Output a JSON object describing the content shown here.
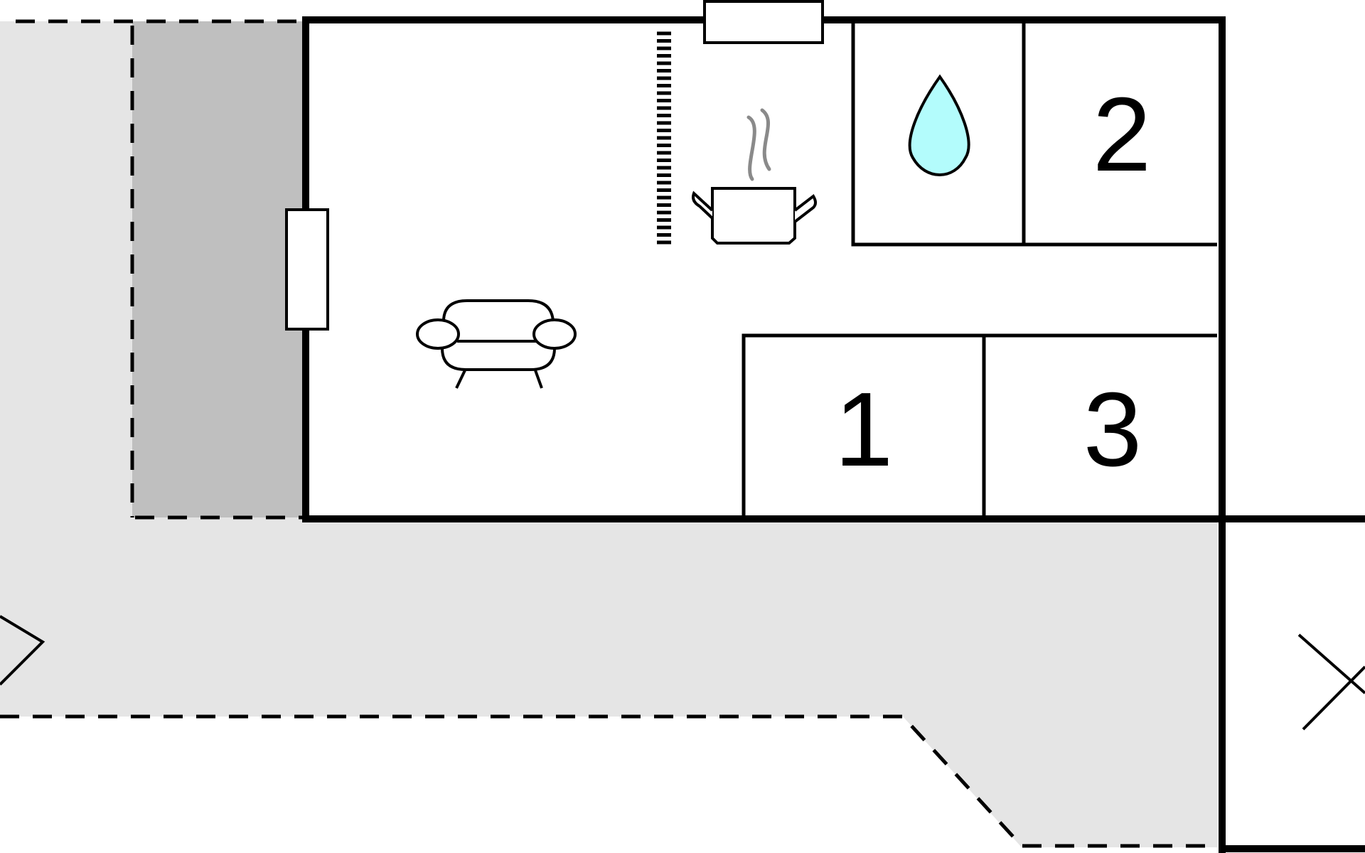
{
  "floor_plan": {
    "rooms": [
      {
        "number": "1"
      },
      {
        "number": "2"
      },
      {
        "number": "3"
      }
    ],
    "icons": [
      {
        "name": "bathroom-water-drop-icon"
      },
      {
        "name": "kitchen-cooking-pot-icon"
      },
      {
        "name": "living-room-sofa-icon"
      },
      {
        "name": "staircase-icon"
      }
    ],
    "colors": {
      "terrace": "#e5e5e5",
      "covered_terrace": "#bfbfbf",
      "wall": "#000000",
      "water_drop": "#b3fcfc",
      "steam": "#8a8a8a"
    }
  }
}
